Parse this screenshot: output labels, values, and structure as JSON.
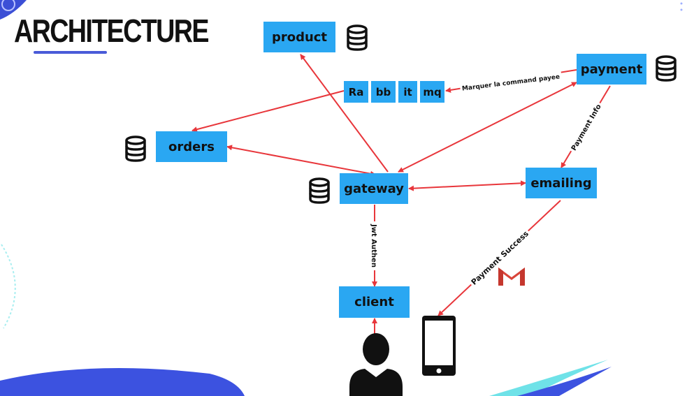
{
  "title": "ARCHITECTURE",
  "nodes": {
    "product": "product",
    "payment": "payment",
    "orders": "orders",
    "gateway": "gateway",
    "emailing": "emailing",
    "client": "client"
  },
  "queue_segments": [
    "Ra",
    "bb",
    "it",
    "mq"
  ],
  "edge_labels": {
    "payment_to_queue": "Marquer la command payee",
    "payment_to_emailing": "Payment Info",
    "gateway_to_client": "Jwt Authen",
    "emailing_to_phone": "Payment Success"
  },
  "colors": {
    "node_fill": "#2aa7f2",
    "arrow": "#e8363b",
    "title_underline": "#4a5bd8"
  },
  "icons": [
    "database-icon",
    "gmail-icon",
    "user-icon",
    "smartphone-icon"
  ]
}
